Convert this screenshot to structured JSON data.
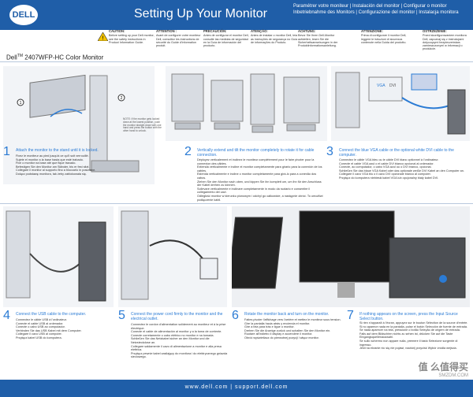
{
  "header": {
    "logo": "DELL",
    "title": "Setting Up Your Monitor",
    "subtitles": [
      "Paramétrer votre moniteur",
      "Instalación del monitor",
      "Configurar o monitor",
      "Inbetriebnahme des Monitors",
      "Configurazione del monitor",
      "Instalacja monitora"
    ]
  },
  "cautions": [
    {
      "heading": "CAUTION:",
      "text": "Before setting up your Dell monitor, see the safety instructions in Product Information Guide."
    },
    {
      "heading": "ATTENTION :",
      "text": "Avant de configurer votre moniteur Dell, consultez les instructions de sécurité du Guide d'information produit."
    },
    {
      "heading": "PRECAUCIÓN:",
      "text": "Antes de configurar el monitor Dell, consulte las medidas de seguridad en la Guía de información del producto."
    },
    {
      "heading": "ATENÇÃO:",
      "text": "Antes de instalar o monitor Dell, leia as instruções de segurança no Guia de informações do Produto."
    },
    {
      "heading": "ACHTUNG:",
      "text": "Bevor Sie Ihren Dell-Monitor aufstellen, lesen Sie die Sicherheitsanweisungen in der Produktinformationsanleitung."
    },
    {
      "heading": "ATTENZIONE:",
      "text": "Prima di configurare il monitor Dell, leggere le istruzioni di sicurezza contenute nella Guida del prodotto."
    },
    {
      "heading": "OSTRZEŻENIE:",
      "text": "Przed skonfigurowaniem monitora Dell, zapoznaj się z instrukcjami dotyczącymi bezpieczeństwa zamieszczonymi w informacji o produkcie."
    }
  ],
  "model": {
    "brand": "Dell",
    "tm": "TM",
    "name": "2407WFP-HC Color Monitor"
  },
  "steps": [
    {
      "num": "1",
      "heading": "Attach the monitor to the stand until it is locked.",
      "text": [
        "Fixez le moniteur au pied jusqu'à ce qu'il soit verrouillé.",
        "Sujete el monitor a la base hasta que esté trabado.",
        "Fixe o monitor na base até que fique travado.",
        "Befestigen Sie den Monitor am Ständer, bis er fest sitzt.",
        "Collegare il monitor al supporto fino a bloccarlo in posizione.",
        "Dołącz podstawę monitora, tak żeby zablokowała się."
      ]
    },
    {
      "num": "2",
      "heading": "Vertically extend and tilt the monitor completely to rotate it for cable connection.",
      "text": [
        "Déployez verticalement et inclinez le moniteur complètement pour le faire pivoter pour la connexion des câbles.",
        "Extienda verticalmente e incline el monitor completamente para girarlo para la conexión de los cables.",
        "Estenda verticalmente e incline o monitor completamente para girá-lo para a conexão dos cabos.",
        "Ziehen Sie den Monitor nach oben, und kippen Sie ihn komplett um, um ihn für den Anschluss der Kabel drehen zu können.",
        "Sollevare verticalmente e inclinare completamente in modo da ruotarlo e consentire il collegamento dei cavi.",
        "Odległość monitor w kierunku pionowym i odchyl go całkowicie, a następnie obróć. To umożliwi podłączenie kabli."
      ]
    },
    {
      "num": "3",
      "heading": "Connect the blue VGA cable or the optional white DVI cable to the computer.",
      "text": [
        "Connectez le câble VGA bleu ou le câble DVI blanc optionnel à l'ordinateur.",
        "Conecte el cable VGA azul o el cable DVI blanco opcional al ordenador.",
        "Conecte, ao computador, o cabo VGA azul ou o DVI branco, opcional.",
        "Schließen Sie das blaue VGA Kabel oder das optionale weiße DVI Kabel an den Computer an.",
        "Collegare il cavo VGA blu o il cavo DVI opzionale bianco al computer.",
        "Przyłącz do komputera niebieski kabel VGA lub opcjonalny biały kabel DVI."
      ]
    },
    {
      "num": "4",
      "heading": "Connect the USB cable to the computer.",
      "text": [
        "Connectez le câble USB à l'ordinateur.",
        "Conecte el cable USB al ordenador.",
        "Conecte o cabo USB ao computador.",
        "Verbinden Sie das USB Kabel mit dem Computer.",
        "Collegare il cavo USB al computer.",
        "Przyłącz kabel USB do komputera."
      ]
    },
    {
      "num": "5",
      "heading": "Connect the power cord firmly to the monitor and the electrical outlet.",
      "text": [
        "Connectez le cordon d'alimentation solidement au moniteur et à la prise électrique.",
        "Conecte el cable de alimentación al monitor y a la toma de corriente.",
        "Conecte corretamente o cabo elétrico no monitor e na tomada.",
        "Schließen Sie das Netzkabel sicher an den Monitor und die Netzsteckdose an.",
        "Collegare saldamente il cavo di alimentazione a monitor e alla presa elettrica.",
        "Przyłącz pewnie kabel zasilający do monitora i do elektrycznego gniazda sieciowego."
      ]
    },
    {
      "num": "6",
      "heading": "Rotate the monitor back and turn on the monitor.",
      "text": [
        "Faites pivoter l'affichage vers l'arrière et mettez le moniteur sous tension.",
        "Gire la pantalla hacia atrás y encienda el monitor.",
        "Gire a tela para trás e ligue o monitor.",
        "Drehen Sie die Anzeige zurück und schalten Sie den Monitor ein.",
        "Ruotare all'indietro il display e accendere il monitor.",
        "Obróć wyświetlacz do pierwotnej pozycji i włącz monitor."
      ]
    },
    {
      "num": "7",
      "heading": "If nothing appears on the screen, press the Input Source Select button.",
      "text": [
        "Si rien n'apparaît à l'écran, appuyez sur le bouton Sélection de la source d'entrée.",
        "Si no aparece nada en la pantalla, pulse el botón Selección de fuente de entrada.",
        "Se nada aparecer na tela, pressione o botão Seleção de origem de entrada.",
        "Falls auf dem Bildschirm nichts zu sehen ist, drücken Sie auf die Taste Eingangsquellenauswahl.",
        "Se sullo schermo non appare nulla, premere il tasto Selezione sorgente di ingresso.",
        "Jeśli na ekranie nic się nie pojawi, naciśnij przycisk Wybór źródła wejścia."
      ]
    }
  ],
  "note_text": "NOTE: If the monitor gets locked down at the lowest position, push the monitor straight down with one hand and press the button with the other hand to unlock.",
  "callout_labels": [
    "1",
    "2",
    "VGA",
    "DVI"
  ],
  "footer": {
    "url": "www.dell.com | support.dell.com"
  },
  "watermark": {
    "line1": "值 么值得买",
    "line2": "SMZDM.COM"
  }
}
